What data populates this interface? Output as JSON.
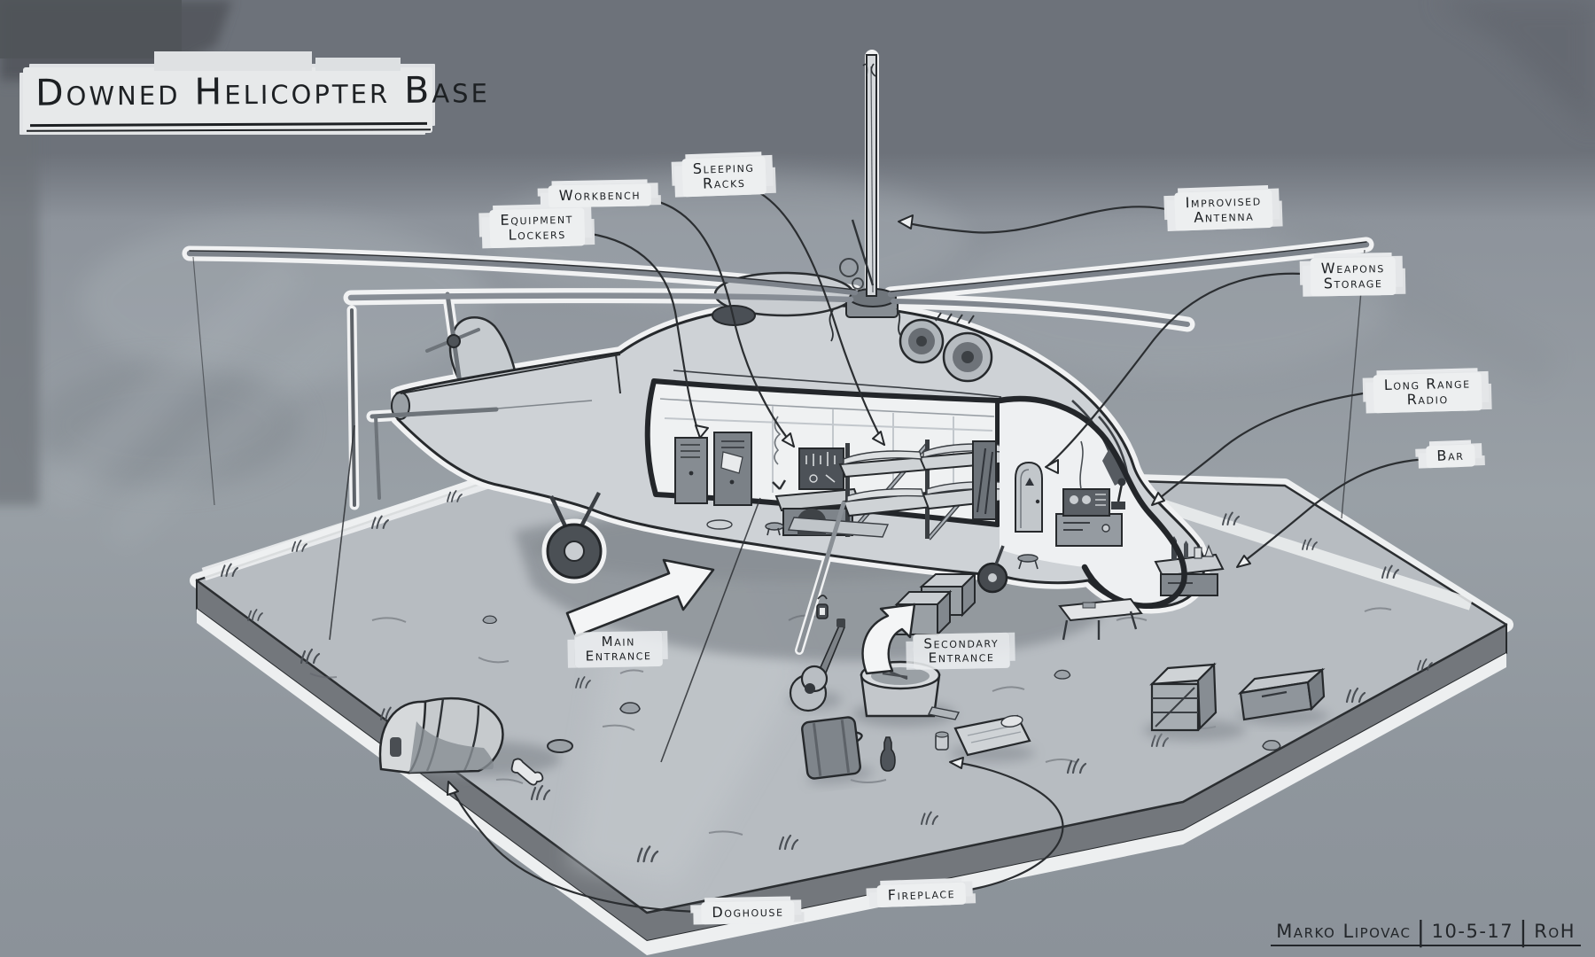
{
  "artwork": {
    "title": "Downed Helicopter Base",
    "signature": {
      "artist": "Marko Lipovac",
      "date": "10-5-17",
      "tag": "RoH",
      "separator": "|"
    }
  },
  "callouts": [
    {
      "id": "equipment-lockers",
      "text": "Equipment\nLockers"
    },
    {
      "id": "workbench",
      "text": "Workbench"
    },
    {
      "id": "sleeping-racks",
      "text": "Sleeping\nRacks"
    },
    {
      "id": "improvised-antenna",
      "text": "Improvised\nAntenna"
    },
    {
      "id": "weapons-storage",
      "text": "Weapons\nStorage"
    },
    {
      "id": "long-range-radio",
      "text": "Long Range\nRadio"
    },
    {
      "id": "bar",
      "text": "Bar"
    },
    {
      "id": "main-entrance",
      "text": "Main\nEntrance"
    },
    {
      "id": "secondary-entrance",
      "text": "Secondary\nEntrance"
    },
    {
      "id": "doghouse",
      "text": "Doghouse"
    },
    {
      "id": "fireplace",
      "text": "Fireplace"
    }
  ],
  "colors": {
    "ink": "#232629",
    "label_paper": "#edeff0",
    "background_top": "#6d727a",
    "background_mid": "#99a0a6",
    "platform_ground": "#b7bcc1",
    "platform_wall": "#73777c",
    "white_halo": "#f1f2f3"
  }
}
